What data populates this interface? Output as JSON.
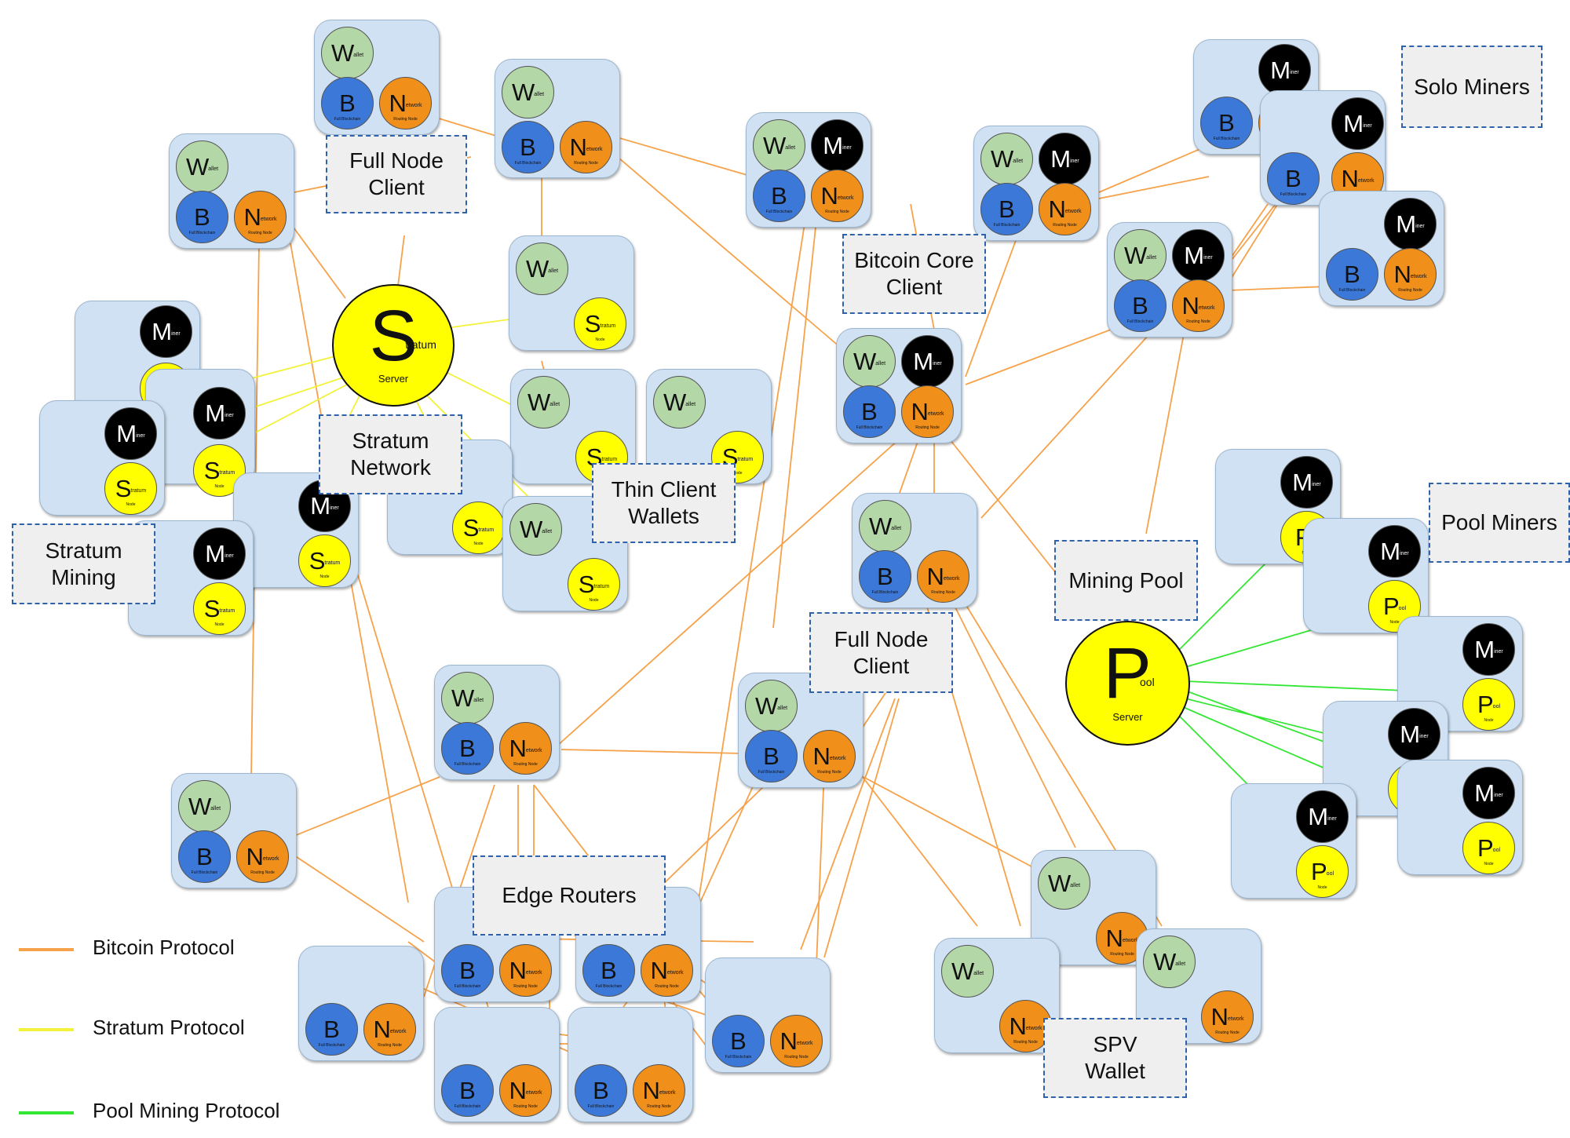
{
  "labels": {
    "full_node_client_1": "Full Node\nClient",
    "solo_miners": "Solo Miners",
    "bitcoin_core_client": "Bitcoin Core\nClient",
    "stratum_network": "Stratum\nNetwork",
    "stratum_mining": "Stratum\nMining",
    "thin_client_wallets": "Thin Client\nWallets",
    "pool_miners": "Pool Miners",
    "mining_pool": "Mining Pool",
    "full_node_client_2": "Full Node\nClient",
    "edge_routers": "Edge Routers",
    "spv_wallet": "SPV\nWallet"
  },
  "circle_text": {
    "wallet": {
      "big": "W",
      "sup": "allet"
    },
    "blockchain": {
      "big": "B",
      "sub": "Full Blockchain"
    },
    "network": {
      "big": "N",
      "sup": "etwork",
      "sub": "Routing Node"
    },
    "miner": {
      "big": "M",
      "sup": "iner"
    },
    "stratum": {
      "big": "S",
      "sup": "tratum",
      "sub": "Node"
    },
    "pool": {
      "big": "P",
      "sup": "ool",
      "sub": "Node"
    }
  },
  "stratum_server": {
    "big": "S",
    "sup": "tratum",
    "sub": "Server"
  },
  "pool_server": {
    "big": "P",
    "sup": "ool",
    "sub": "Server"
  },
  "legend": [
    {
      "text": "Bitcoin Protocol",
      "color": "#f6a24a"
    },
    {
      "text": "Stratum Protocol",
      "color": "#f2f23a"
    },
    {
      "text": "Pool Mining Protocol",
      "color": "#33e633"
    }
  ],
  "colors": {
    "node_box": "#cfe1f2",
    "wallet": "#b4d7a8",
    "blockchain": "#3c78d8",
    "network": "#f08f1a",
    "miner": "#000000",
    "stratum": "#ffff00",
    "pool": "#ffff00",
    "label_border": "#2f62a8"
  }
}
